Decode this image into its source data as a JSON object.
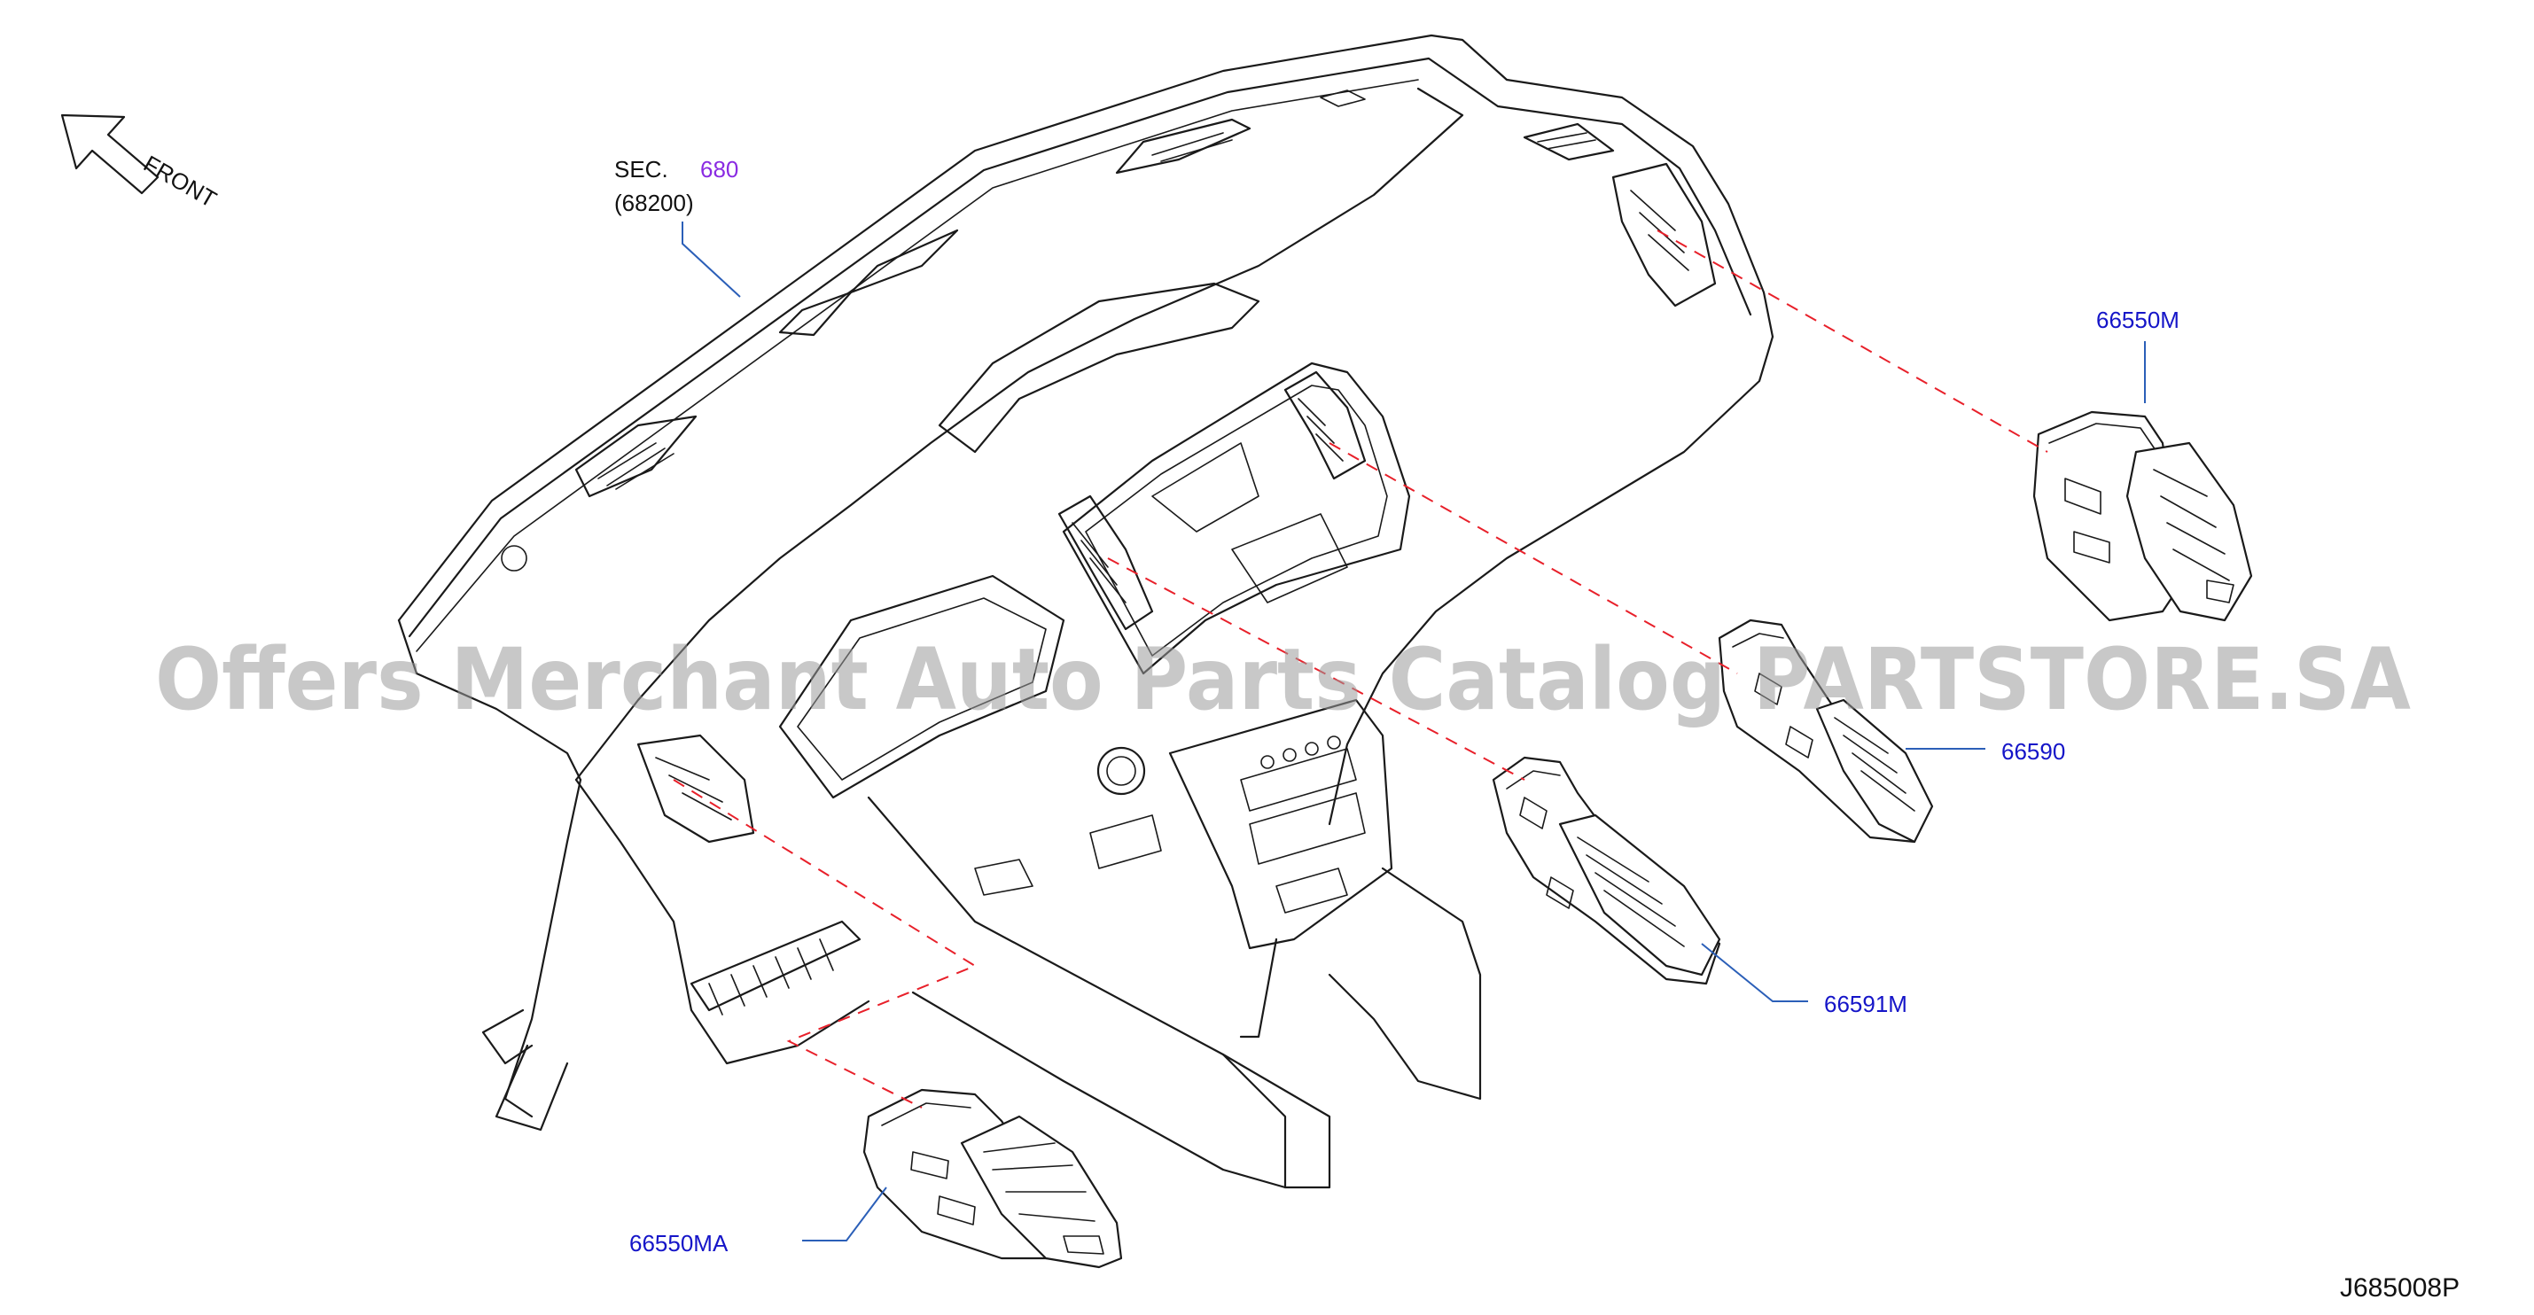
{
  "front_label": "FRONT",
  "section_ref": {
    "prefix": "SEC.",
    "number": "680",
    "sub": "(68200)"
  },
  "parts": [
    {
      "code": "66550M"
    },
    {
      "code": "66590"
    },
    {
      "code": "66591M"
    },
    {
      "code": "66550MA"
    }
  ],
  "watermark": "Offers Merchant Auto Parts Catalog PARTSTORE.SA",
  "drawing_ref": "J685008P",
  "colors": {
    "line": "#1a1a1a",
    "callout_text": "#1515c8",
    "section_number": "#8a2be2",
    "leader": "#2b5fb8",
    "dash_line": "#e8202a",
    "watermark": "#9a9a9a"
  },
  "icons": {
    "front_arrow": "arrow-up-left-icon"
  }
}
